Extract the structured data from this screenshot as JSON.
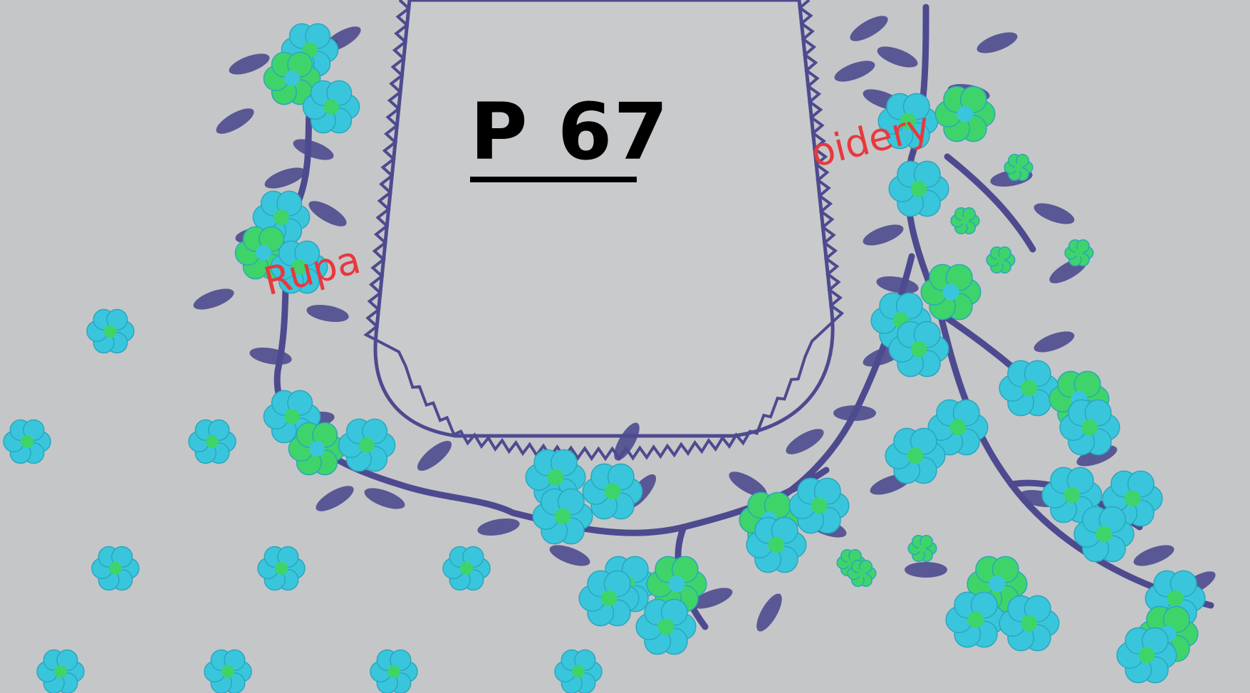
{
  "design": {
    "code": "P 67",
    "watermark_left": "Rupa",
    "watermark_right": "oidery"
  },
  "colors": {
    "background": "#c5c6c8",
    "neck_panel": "#c9cacc",
    "thread_purple": "#4e4a8f",
    "flower_cyan": "#39c6dc",
    "flower_green": "#3fd46a",
    "watermark_red": "#e8383d"
  }
}
